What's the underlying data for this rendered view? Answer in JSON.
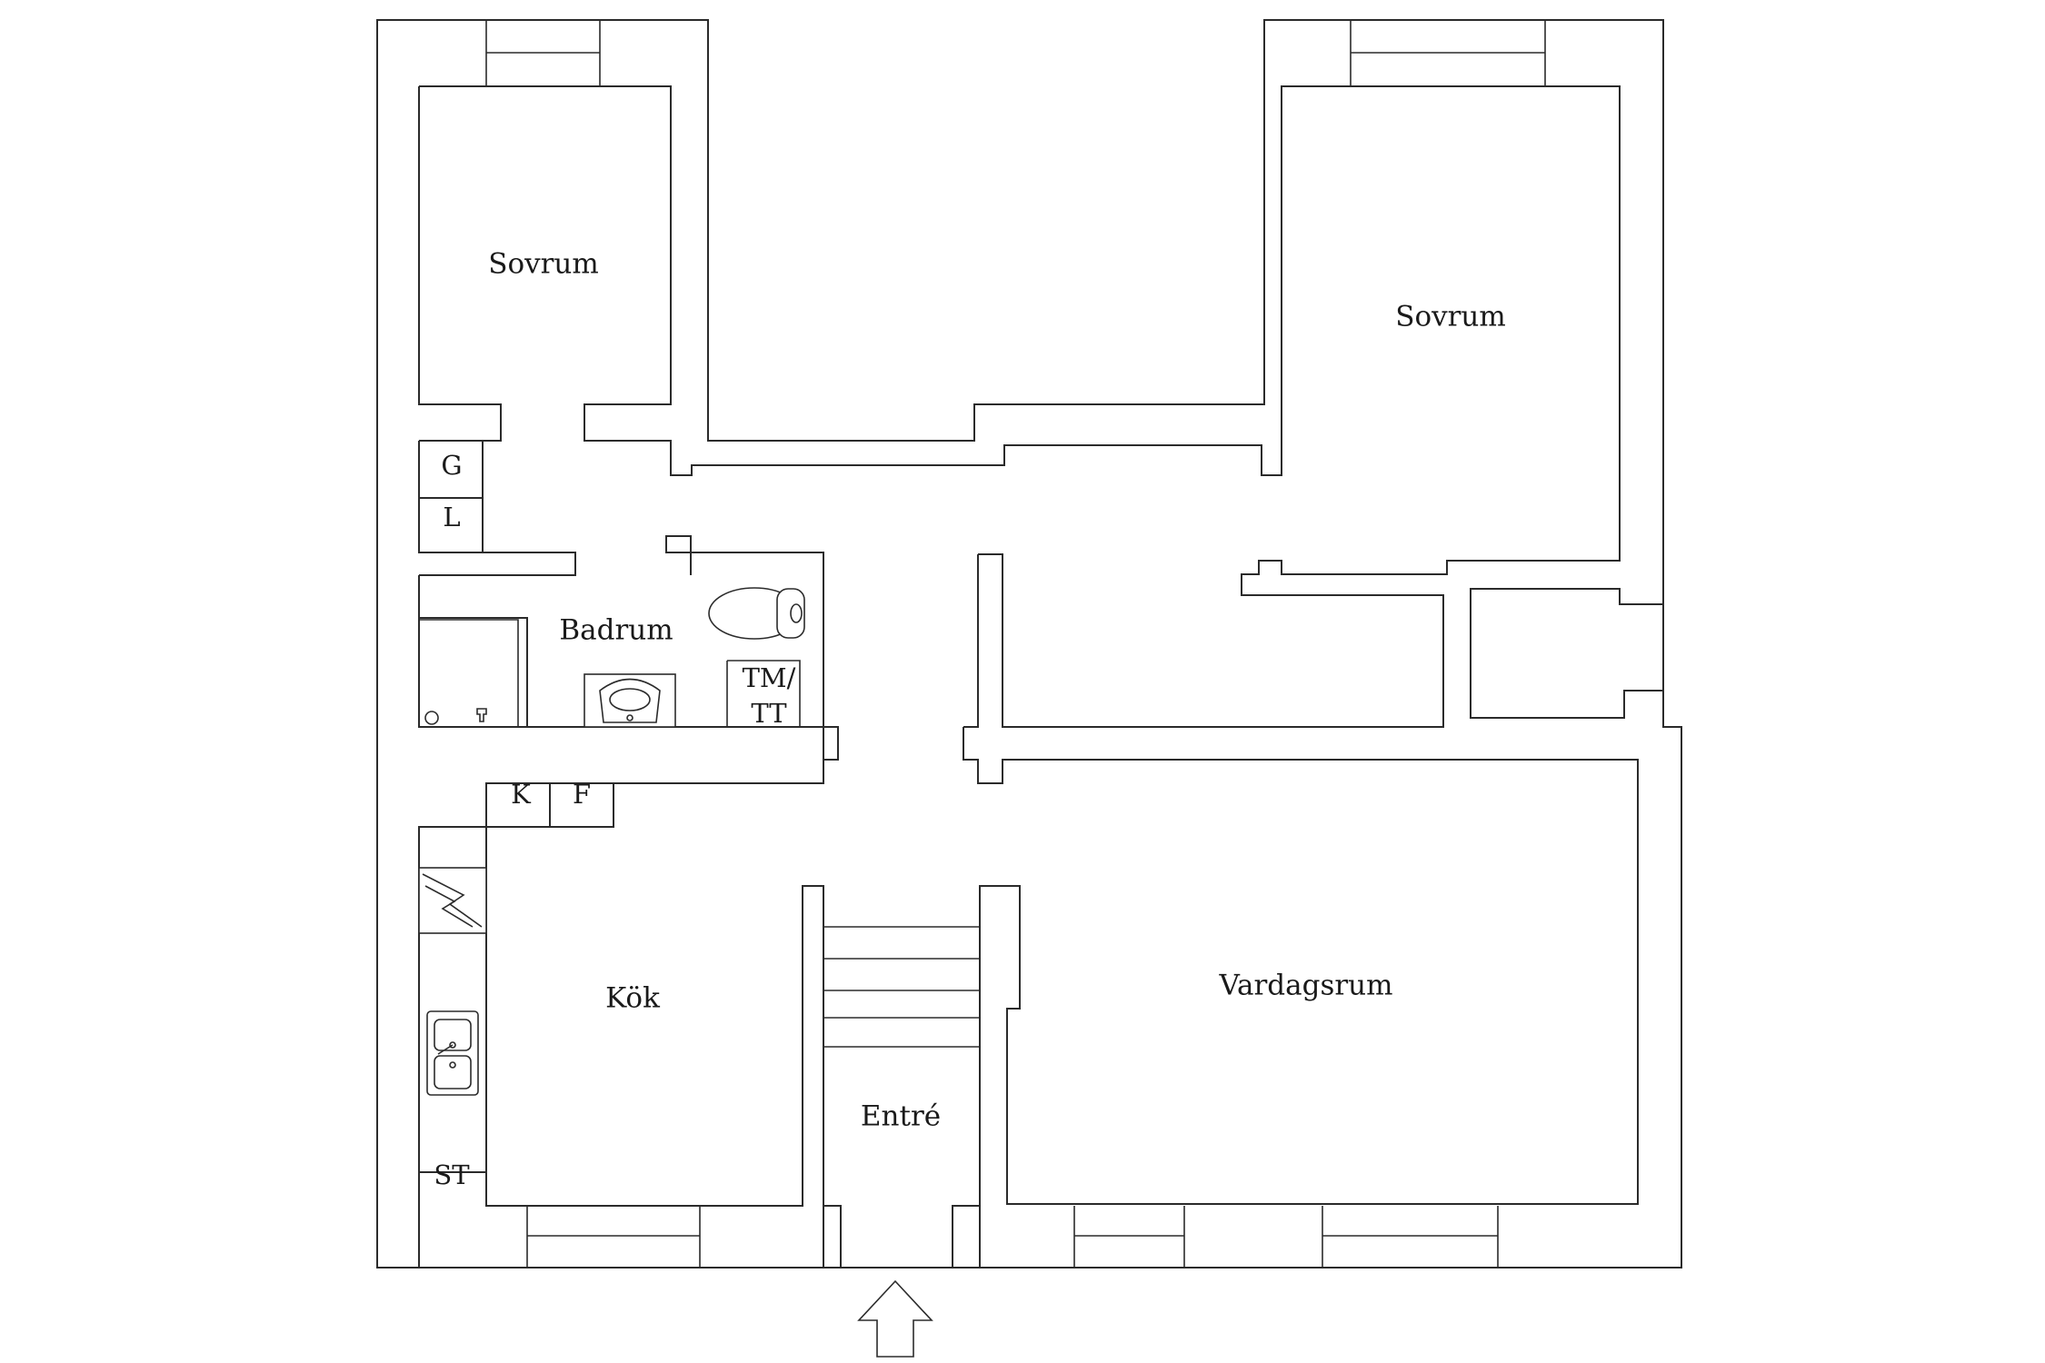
{
  "rooms": {
    "sovrum_left": "Sovrum",
    "sovrum_right": "Sovrum",
    "badrum": "Badrum",
    "kok": "Kök",
    "entre": "Entré",
    "vardagsrum": "Vardagsrum"
  },
  "closets": {
    "g": "G",
    "l": "L",
    "tm_line1": "TM/",
    "tm_line2": "TT",
    "k": "K",
    "f": "F",
    "st": "ST"
  },
  "icons": {
    "entrance_arrow": "up-arrow-icon",
    "toilet": "toilet-icon",
    "sink": "sink-icon",
    "kitchen_sink": "double-sink-icon",
    "stove": "stove-icon",
    "shower": "shower-icon"
  },
  "colors": {
    "line": "#2b2b2b",
    "background": "#ffffff"
  }
}
